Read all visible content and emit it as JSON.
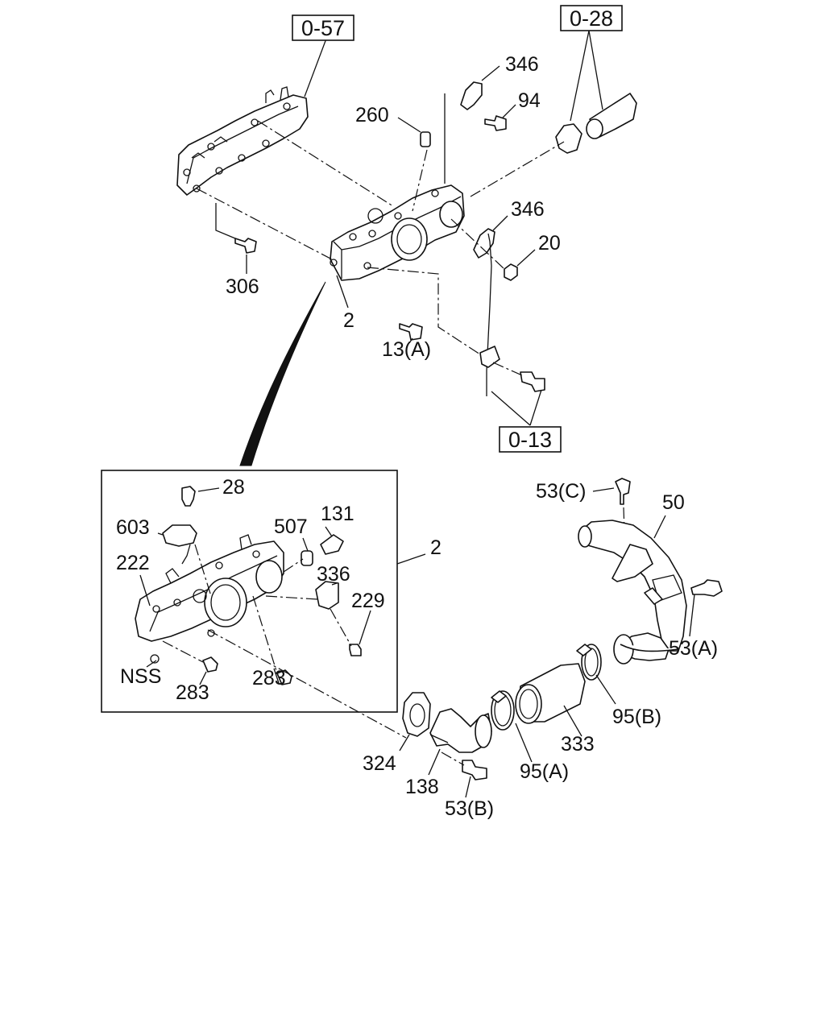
{
  "callouts": {
    "c28": "28",
    "c603": "603",
    "c222": "222",
    "cNSS": "NSS",
    "c283a": "283",
    "c283b": "283",
    "c507": "507",
    "c131": "131",
    "c336": "336",
    "c229": "229",
    "c2_box": "2",
    "c260": "260",
    "c346_top": "346",
    "c94": "94",
    "c346_mid": "346",
    "c20": "20",
    "c306": "306",
    "c2_top": "2",
    "c13A": "13(A)",
    "c53C": "53(C)",
    "c50": "50",
    "c53A": "53(A)",
    "c95B": "95(B)",
    "c333": "333",
    "c95A": "95(A)",
    "c324": "324",
    "c138": "138",
    "c53B": "53(B)"
  },
  "references": {
    "r057": "0-57",
    "r028": "0-28",
    "r013": "0-13"
  }
}
